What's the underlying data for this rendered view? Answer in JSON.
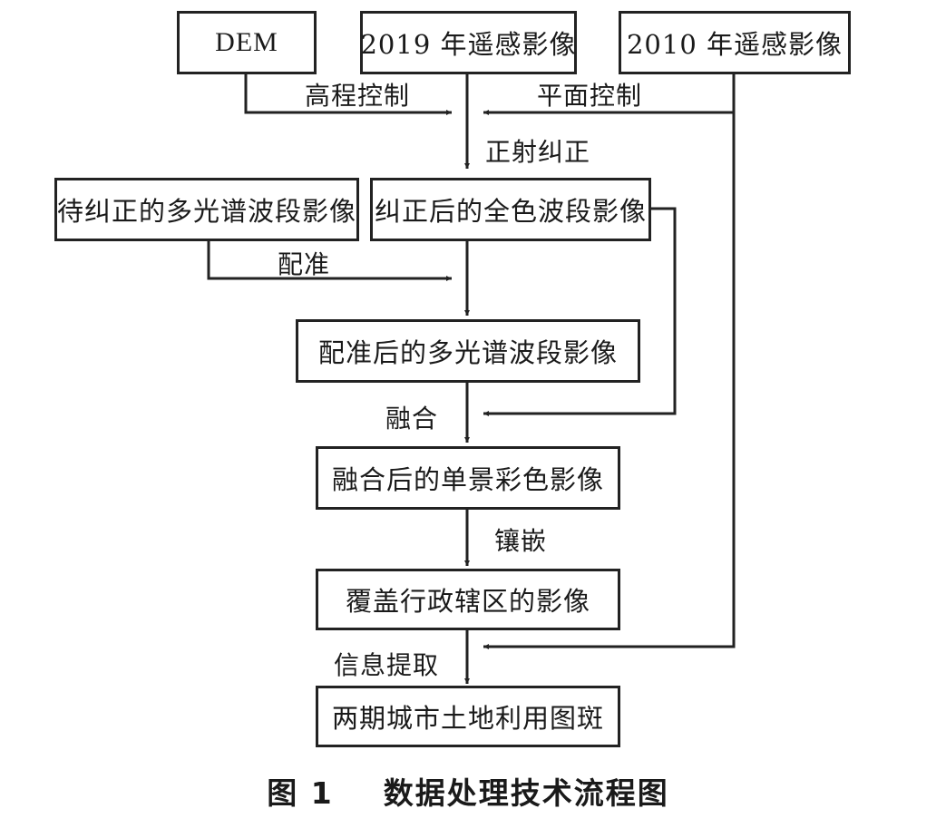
{
  "boxes": {
    "dem": "DEM",
    "img2019": "2019 年遥感影像",
    "img2010": "2010 年遥感影像",
    "multispectral": "待纠正的多光谱波段影像",
    "pan_corrected": "纠正后的全色波段影像",
    "registered": "配准后的多光谱波段影像",
    "fused": "融合后的单景彩色影像",
    "clipped": "覆盖行政辖区的影像",
    "landuse": "两期城市土地利用图斑"
  },
  "labels": {
    "elevation_control": "高程控制",
    "plane_control": "平面控制",
    "orthorectify": "正射纠正",
    "registration": "配准",
    "fusion": "融合",
    "mosaic": "镶嵌",
    "extraction": "信息提取"
  },
  "caption": {
    "figure_no": "图 1",
    "title": "数据处理技术流程图"
  }
}
